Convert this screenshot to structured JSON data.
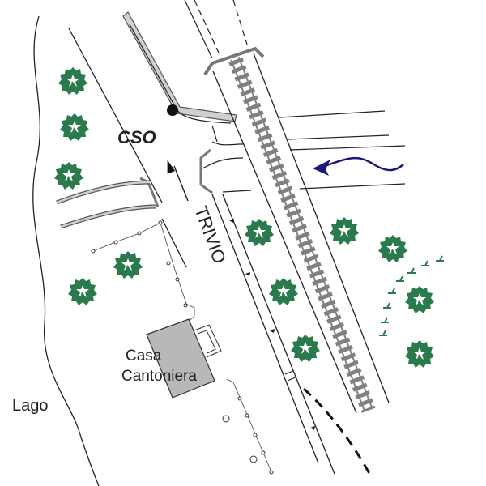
{
  "labels": {
    "cso": "CSO",
    "trivio": "TRIVIO",
    "house_line1": "Casa",
    "house_line2": "Cantoniera",
    "lake": "Lago"
  },
  "colors": {
    "tree": "#2a7a4e",
    "flow_arrow": "#1a1a7a",
    "track": "#808080",
    "road_fill": "#d0d0d0",
    "house": "#b8b8b8"
  },
  "icons": [
    "tree-icon",
    "grass-icon",
    "manhole-dot-icon",
    "direction-arrow-icon",
    "flow-arrow-icon"
  ]
}
